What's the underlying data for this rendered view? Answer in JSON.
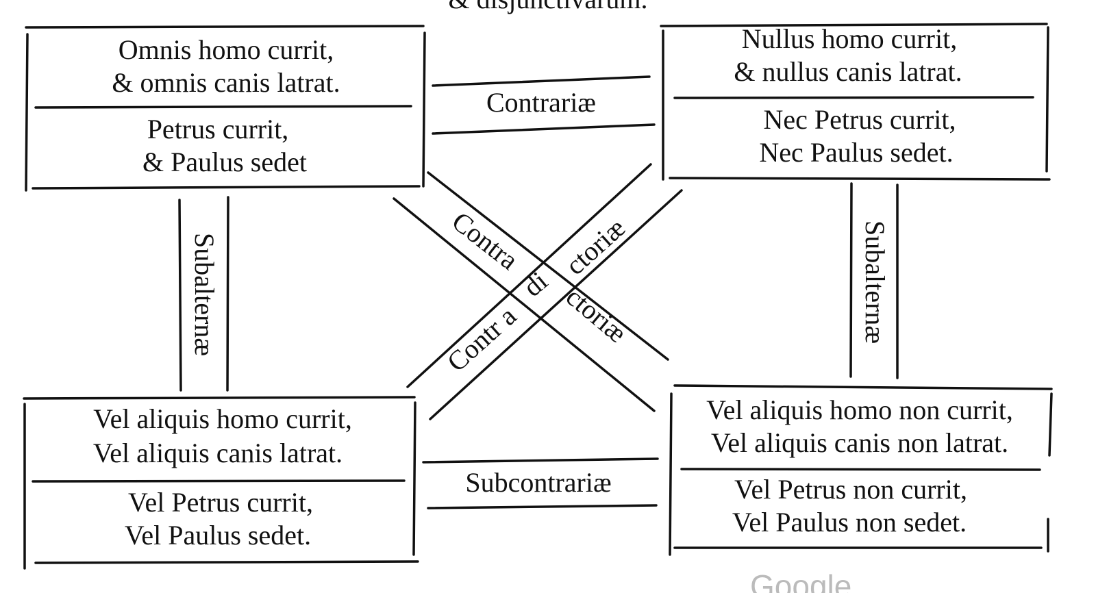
{
  "title_fragment": "& disjunctivarum.",
  "boxes": {
    "top_left": {
      "upper": [
        "Omnis homo currit,",
        "& omnis canis latrat."
      ],
      "lower": [
        "Petrus currit,",
        "& Paulus sedet"
      ]
    },
    "top_right": {
      "upper": [
        "Nullus homo currit,",
        "& nullus canis latrat."
      ],
      "lower": [
        "Nec Petrus currit,",
        "Nec Paulus sedet."
      ]
    },
    "bottom_left": {
      "upper": [
        "Vel aliquis homo currit,",
        "Vel aliquis canis latrat."
      ],
      "lower": [
        "Vel Petrus currit,",
        "Vel Paulus sedet."
      ]
    },
    "bottom_right": {
      "upper": [
        "Vel aliquis homo non currit,",
        "Vel aliquis canis non latrat."
      ],
      "lower": [
        "Vel Petrus non currit,",
        "Vel Paulus non sedet."
      ]
    }
  },
  "relations": {
    "contrariae": "Contrariæ",
    "subcontrariae": "Subcontrariæ",
    "subalternae_left": "Subalternæ",
    "subalternae_right": "Subalternæ",
    "contradictoriae": {
      "a1": "Contra",
      "center": "di",
      "a2": "ctoriæ",
      "b1": "Contr a",
      "b2": "ctoriæ"
    }
  },
  "watermark": "Google"
}
